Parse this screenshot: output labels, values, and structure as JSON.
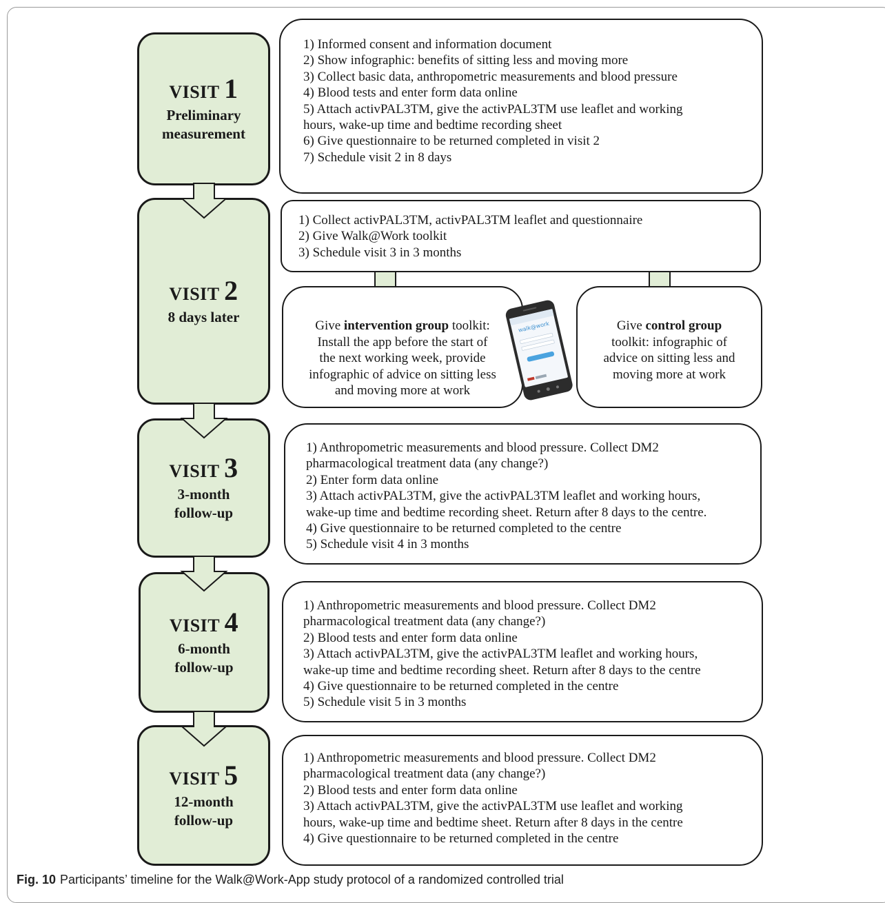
{
  "visits": [
    {
      "word": "VISIT",
      "number": "1",
      "subtitle": [
        "Preliminary",
        "measurement"
      ]
    },
    {
      "word": "VISIT",
      "number": "2",
      "subtitle": [
        "8 days later"
      ]
    },
    {
      "word": "VISIT",
      "number": "3",
      "subtitle": [
        "3-month",
        "follow-up"
      ]
    },
    {
      "word": "VISIT",
      "number": "4",
      "subtitle": [
        "6-month",
        "follow-up"
      ]
    },
    {
      "word": "VISIT",
      "number": "5",
      "subtitle": [
        "12-month",
        "follow-up"
      ]
    }
  ],
  "visit1_steps": [
    "1) Informed consent and information document",
    "2) Show infographic: benefits of sitting less and moving more",
    "3) Collect basic data, anthropometric measurements and blood pressure",
    "4) Blood tests and enter form data online",
    "5) Attach activPAL3TM, give the activPAL3TM use leaflet and working",
    "hours, wake-up time and bedtime recording sheet",
    "6) Give questionnaire to be returned completed in visit 2",
    "7) Schedule visit 2 in 8 days"
  ],
  "visit2_steps": [
    "1) Collect activPAL3TM, activPAL3TM leaflet and questionnaire",
    "2) Give Walk@Work toolkit",
    "3) Schedule visit 3 in 3 months"
  ],
  "intervention": {
    "prefix": "Give ",
    "bold": "intervention group",
    "suffix": " toolkit:",
    "lines": [
      "Install the app before the start of",
      "the next working week, provide",
      "infographic of advice on sitting less",
      "and moving more at work"
    ]
  },
  "control": {
    "prefix": "Give ",
    "bold": "control group",
    "lines": [
      "toolkit: infographic of",
      "advice on sitting less and",
      "moving more at work"
    ]
  },
  "phone": {
    "brand": "walk@work"
  },
  "visit3_steps": [
    "1) Anthropometric measurements and blood pressure. Collect DM2",
    "pharmacological treatment data (any change?)",
    "2) Enter form data online",
    "3) Attach activPAL3TM, give the activPAL3TM leaflet and working hours,",
    "wake-up time and bedtime recording sheet. Return after 8 days to the centre.",
    "4) Give questionnaire to be returned completed to the centre",
    "5) Schedule visit 4 in 3 months"
  ],
  "visit4_steps": [
    "1) Anthropometric measurements and blood pressure. Collect DM2",
    "pharmacological treatment data (any change?)",
    "2) Blood tests and enter form data online",
    "3) Attach activPAL3TM, give the activPAL3TM  leaflet and working hours,",
    "wake-up time and bedtime recording sheet. Return after 8 days to the centre",
    "4) Give questionnaire to be returned completed in the centre",
    "5) Schedule visit 5 in 3 months"
  ],
  "visit5_steps": [
    "1) Anthropometric measurements and blood pressure. Collect DM2",
    "pharmacological treatment data (any change?)",
    "2) Blood tests and enter form data online",
    "3) Attach activPAL3TM, give the activPAL3TM use leaflet and working",
    "hours, wake-up time and bedtime sheet. Return after 8 days in the centre",
    "4) Give questionnaire to be returned completed in the centre"
  ],
  "caption": {
    "label": "Fig. 10",
    "text": "Participants’ timeline for the Walk@Work-App study protocol of a randomized controlled trial"
  },
  "colors": {
    "visit_fill": "#e1edd6",
    "arrow_fill": "#e1edd6",
    "stroke": "#1a1a1a"
  }
}
